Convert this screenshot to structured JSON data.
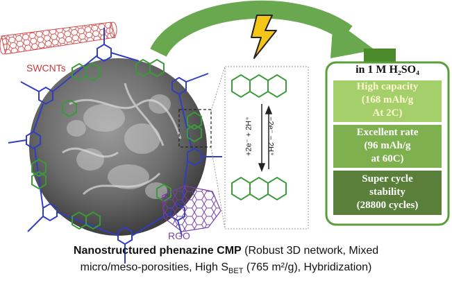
{
  "labels": {
    "swcnts": "SWCNTs",
    "rgo": "RGO",
    "reduction": "+2e⁻ + 2H⁺",
    "oxidation": "−2e⁻ − 2H⁺"
  },
  "battery": {
    "header": "in 1 M H₂SO₄",
    "segments": [
      {
        "lines": [
          "High capacity",
          "(168 mAh/g",
          "At 2C)"
        ]
      },
      {
        "lines": [
          "Excellent rate",
          "(96 mAh/g",
          "at 60C)"
        ]
      },
      {
        "lines": [
          "Super cycle",
          "stability",
          "(28800 cycles)"
        ]
      }
    ]
  },
  "caption": {
    "bold": "Nanostructured phenazine CMP",
    "line1_rest": " (Robust 3D network, Mixed",
    "line2_a": "micro/meso-porosities, High S",
    "line2_sub": "BET",
    "line2_b": " (765 m²/g), Hybridization)"
  },
  "colors": {
    "arrow_green": "#6aa84f",
    "battery_border": "#5a9e3a",
    "seg1": "#a5cf6b",
    "seg2": "#7fb04f",
    "seg3": "#5a7f3a",
    "bolt": "#f5c518",
    "framework_blue": "#2f3fbf",
    "phenazine_green": "#3a9a3a",
    "swcnt_red": "#d44a4a",
    "rgo_purple": "#7a3ea8"
  },
  "icons": [
    "lightning-bolt-icon",
    "curved-arrow-icon",
    "battery-icon",
    "nanotube-icon",
    "graphene-icon",
    "sphere-micrograph-icon"
  ]
}
